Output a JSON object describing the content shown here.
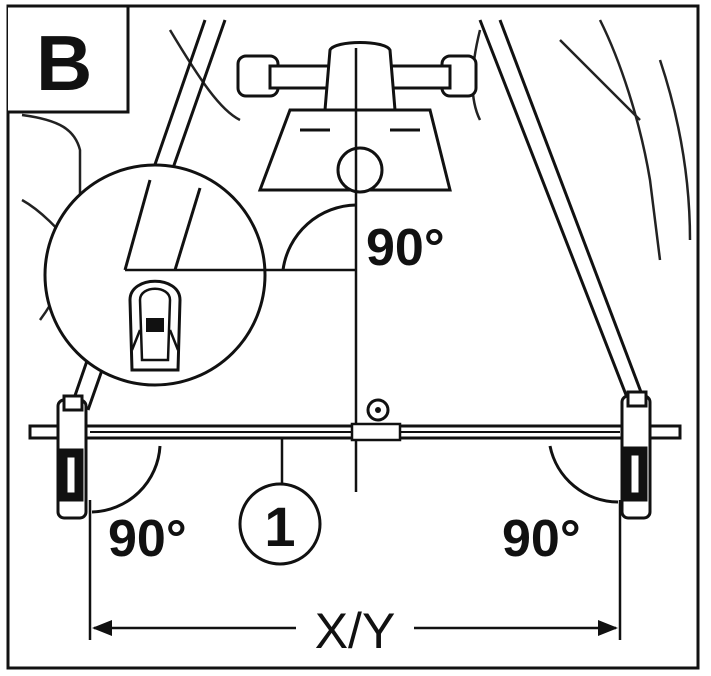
{
  "panel": {
    "letter": "B"
  },
  "angles": {
    "top_right": "90°",
    "bottom_left": "90°",
    "bottom_right": "90°"
  },
  "callout": {
    "number": "1"
  },
  "dimension": {
    "label": "X/Y"
  }
}
